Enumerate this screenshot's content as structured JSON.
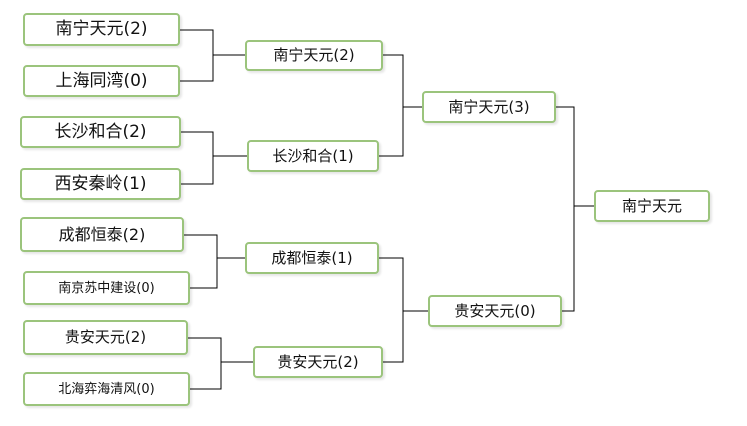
{
  "colors": {
    "box_border": "#9bc47c",
    "connector": "#000000",
    "text": "#111111",
    "background": "#ffffff"
  },
  "bracket": {
    "round1": [
      {
        "name": "南宁天元(2)"
      },
      {
        "name": "上海同湾(0)"
      },
      {
        "name": "长沙和合(2)"
      },
      {
        "name": "西安秦岭(1)"
      },
      {
        "name": "成都恒泰(2)"
      },
      {
        "name": "南京苏中建设(0)"
      },
      {
        "name": "贵安天元(2)"
      },
      {
        "name": "北海弈海清风(0)"
      }
    ],
    "round2": [
      {
        "name": "南宁天元(2)"
      },
      {
        "name": "长沙和合(1)"
      },
      {
        "name": "成都恒泰(1)"
      },
      {
        "name": "贵安天元(2)"
      }
    ],
    "semifinal": [
      {
        "name": "南宁天元(3)"
      },
      {
        "name": "贵安天元(0)"
      }
    ],
    "champion": {
      "name": "南宁天元"
    }
  }
}
